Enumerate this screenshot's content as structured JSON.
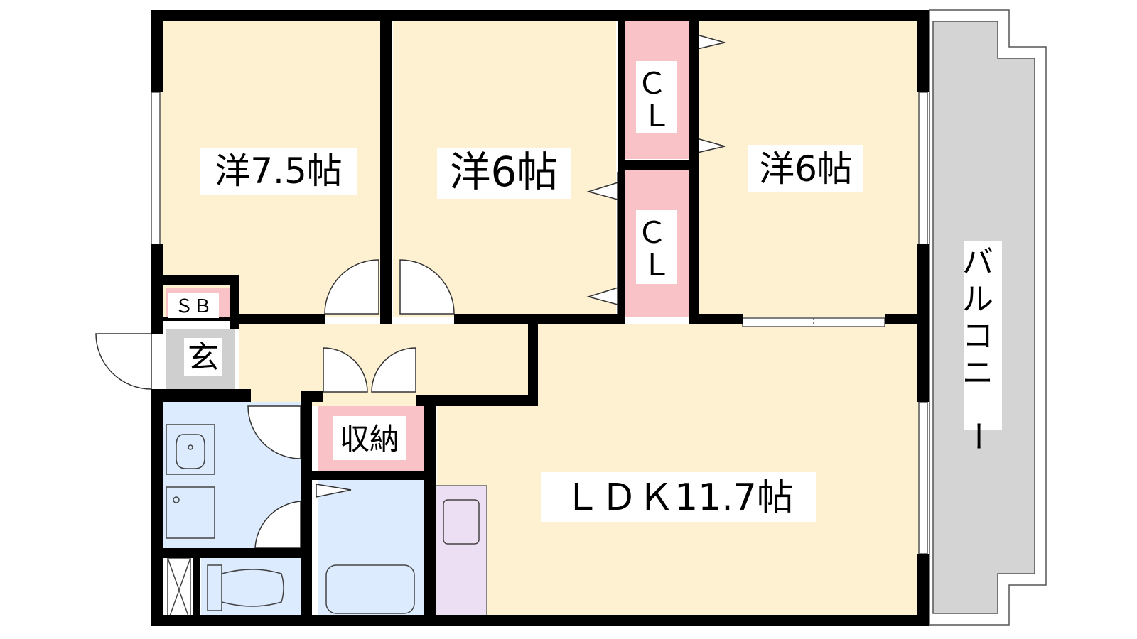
{
  "rooms": {
    "western_1": "洋7.5帖",
    "western_2": "洋6帖",
    "western_3": "洋6帖",
    "ldk": "ＬＤＫ11.7帖",
    "entrance": "玄",
    "shoe_box": "ＳＢ",
    "storage": "収納",
    "closet_1": "ＣＬ",
    "closet_2": "ＣＬ",
    "balcony": "バルコニー"
  },
  "colors": {
    "room_floor": "#fdf1d2",
    "closet_pink": "#f8c2c6",
    "wet_area_blue": "#dcebfd",
    "balcony_gray": "#d4d4d4",
    "entrance_gray": "#cfcfcf",
    "kitchen_lavender": "#ecdff3",
    "wall": "#000000"
  }
}
